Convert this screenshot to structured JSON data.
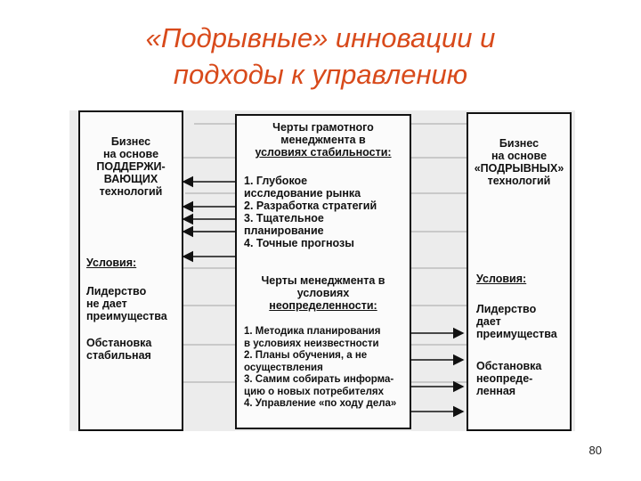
{
  "slide": {
    "title_line1": "«Подрывные» инновации и",
    "title_line2": "подходы к управлению",
    "page_number": "80"
  },
  "left_column": {
    "heading": [
      "Бизнес",
      "на основе",
      "ПОДДЕРЖИ-",
      "ВАЮЩИХ",
      "технологий"
    ],
    "conditions_label": "Условия:",
    "condition_1": [
      "Лидерство",
      "не дает",
      "преимущества"
    ],
    "condition_2": [
      "Обстановка",
      "стабильная"
    ]
  },
  "center_column": {
    "stable_heading": [
      "Черты грамотного",
      "менеджмента в",
      "условиях стабильности:"
    ],
    "stable_items": [
      "1. Глубокое",
      "исследование рынка",
      "2. Разработка стратегий",
      "3. Тщательное",
      "планирование",
      "4. Точные прогнозы"
    ],
    "uncertain_heading": [
      "Черты менеджмента в",
      "условиях",
      "неопределенности:"
    ],
    "uncertain_items": [
      "1. Методика планирования",
      "в условиях неизвестности",
      "2. Планы обучения, а не",
      "осуществления",
      "3. Самим собирать информа-",
      "цию о новых потребителях",
      "4. Управление «по ходу дела»"
    ]
  },
  "right_column": {
    "heading": [
      "Бизнес",
      "на основе",
      "«ПОДРЫВНЫХ»",
      "технологий"
    ],
    "conditions_label": "Условия:",
    "condition_1": [
      "Лидерство",
      "дает",
      "преимущества"
    ],
    "condition_2": [
      "Обстановка",
      "неопреде-",
      "ленная"
    ]
  }
}
